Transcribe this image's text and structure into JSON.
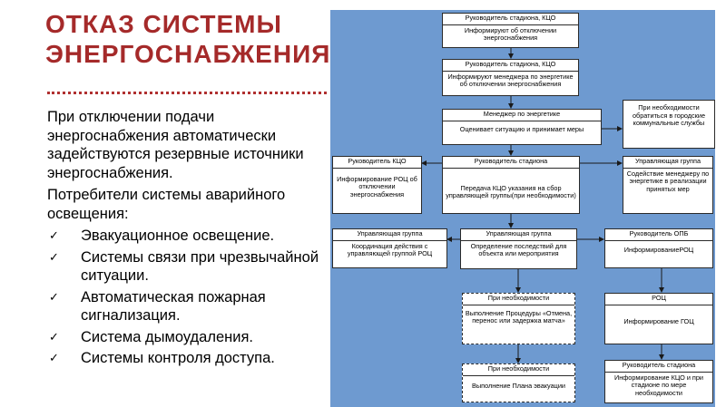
{
  "slide": {
    "title_line1": "ОТКАЗ СИСТЕМЫ",
    "title_line2": "ЭНЕРГОСНАБЖЕНИЯ",
    "paragraph1": "При отключении подачи энергоснабжения автоматически задействуются резервные источники энергоснабжения.",
    "paragraph2": "Потребители системы аварийного освещения:",
    "bullets": [
      "Эвакуационное освещение.",
      "Системы связи при чрезвычайной ситуации.",
      "Автоматическая пожарная сигнализация.",
      "Система дымоудаления.",
      "Системы контроля доступа."
    ],
    "bullet_glyph": "✓"
  },
  "flowchart": {
    "b1": {
      "head": "Руководитель стадиона, КЦО",
      "body": "Информируют об отключении энергоснабжения"
    },
    "b2": {
      "head": "Руководитель стадиона, КЦО",
      "body": "Информируют менеджера по энергетике об отключении энергоснабжения"
    },
    "b3": {
      "head": "Менеджер по энергетике",
      "body": "Оценивает ситуацию и принимает меры"
    },
    "b3side": {
      "body": "При необходимости обратиться в городские коммунальные службы"
    },
    "b4": {
      "head": "Руководитель стадиона",
      "body": "Передача КЦО указания на сбор управляющей группы(при необходимости)"
    },
    "b4left": {
      "head": "Руководитель КЦО",
      "body": "Информирование РОЦ об отключении энергоснабжения"
    },
    "b4right": {
      "head": "Управляющая группа",
      "body": "Содействие менеджеру по энергетике в реализации принятых мер"
    },
    "b5": {
      "head": "Управляющая группа",
      "body": "Определение последствий для объекта или мероприятия"
    },
    "b5left": {
      "head": "Управляющая группа",
      "body": "Координация действия с управляющей группой РОЦ"
    },
    "b5right": {
      "head": "Руководитель ОПБ",
      "body": "ИнформированиеРОЦ"
    },
    "b6": {
      "head": "При необходимости",
      "body": "Выполнение Процедуры «Отмена, перенос или задержка матча»"
    },
    "b6right": {
      "head": "РОЦ",
      "body": "Информирование ГОЦ"
    },
    "b7": {
      "head": "При необходимости",
      "body": "Выполнение Плана эвакуации"
    },
    "b7right": {
      "head": "Руководитель стадиона",
      "body": "Информирование КЦО и при стадионе по мере необходимости"
    }
  },
  "colors": {
    "panel": "#6e9ad0",
    "title": "#a52a2a",
    "arrow": "#1a1a1a"
  }
}
